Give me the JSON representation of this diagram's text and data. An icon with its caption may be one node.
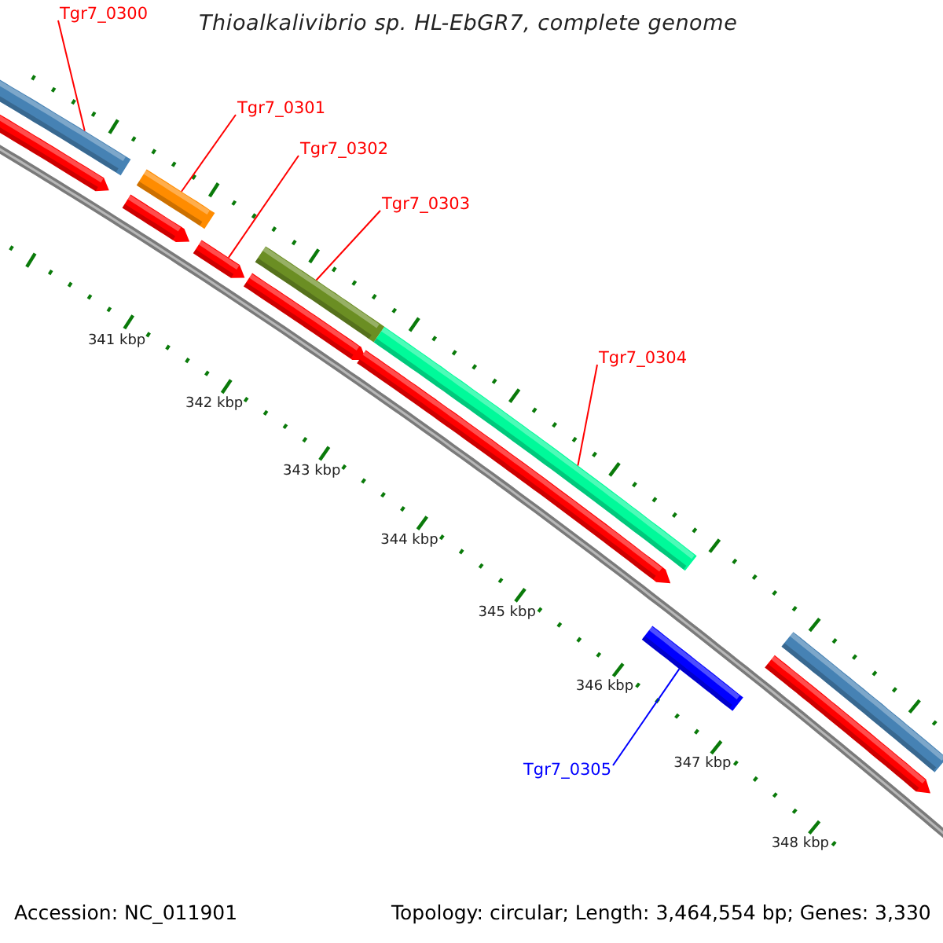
{
  "diagram": {
    "title": "Thioalkalivibrio sp. HL-EbGR7, complete genome",
    "nodes": [
      {
        "text": [
          "Tgr7_0300"
        ]
      },
      {
        "text": [
          "Tgr7_0301"
        ]
      },
      {
        "text": [
          "Tgr7_0302"
        ]
      },
      {
        "text": [
          "Tgr7_0303"
        ]
      },
      {
        "text": [
          "Tgr7_0304"
        ]
      },
      {
        "text": [
          "Tgr7_0305"
        ]
      },
      {
        "text": [],
        "shape": "bar"
      },
      {
        "text": [],
        "shape": "arrow"
      },
      {
        "text": [],
        "shape": "bar"
      },
      {
        "text": [],
        "shape": "arrow"
      },
      {
        "text": [],
        "shape": "arrow"
      },
      {
        "text": [],
        "shape": "bar"
      },
      {
        "text": [],
        "shape": "arrow"
      },
      {
        "text": [],
        "shape": "bar"
      },
      {
        "text": [],
        "shape": "arrow"
      },
      {
        "text": [],
        "shape": "bar"
      },
      {
        "text": [],
        "shape": "bar"
      },
      {
        "text": [],
        "shape": "arrow"
      }
    ],
    "edges": [
      {
        "from": 0,
        "to": 6,
        "arrow": "none"
      },
      {
        "from": 1,
        "to": 8,
        "arrow": "none"
      },
      {
        "from": 2,
        "to": 10,
        "arrow": "none"
      },
      {
        "from": 3,
        "to": 11,
        "arrow": "none"
      },
      {
        "from": 4,
        "to": 13,
        "arrow": "none"
      },
      {
        "from": 5,
        "to": 15,
        "arrow": "none",
        "color": "#0000ff"
      }
    ],
    "labels": [
      "341 kbp",
      "342 kbp",
      "343 kbp",
      "344 kbp",
      "345 kbp",
      "346 kbp",
      "347 kbp",
      "348 kbp",
      "Accession: NC_011901",
      "Topology: circular; Length: 3,464,554 bp; Genes: 3,330"
    ]
  }
}
